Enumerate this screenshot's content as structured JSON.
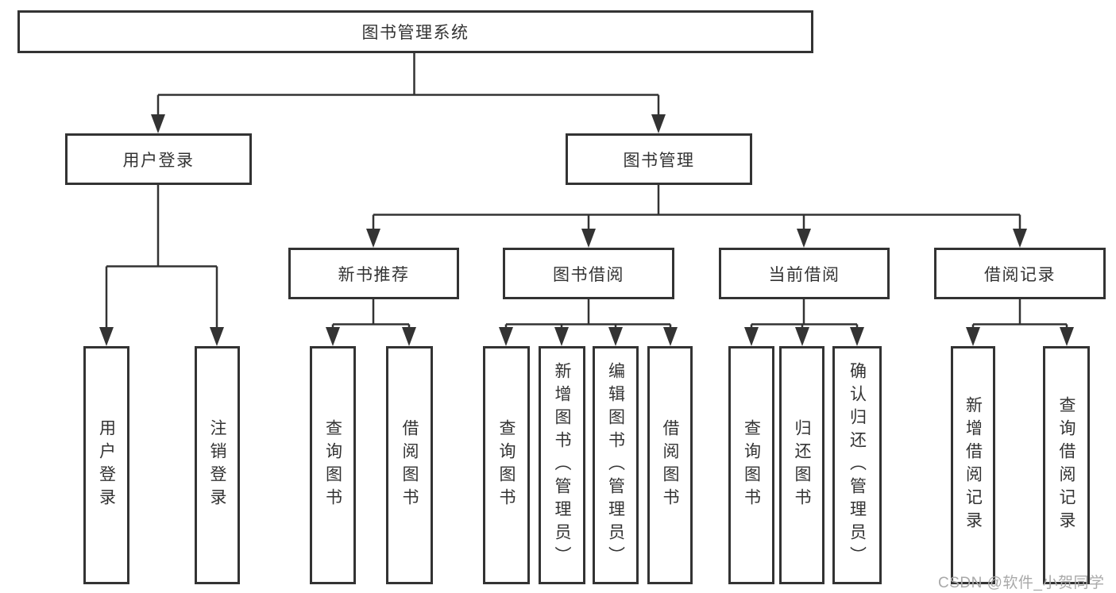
{
  "colors": {
    "background": "#ffffff",
    "line": "#333333",
    "box_border": "#333333",
    "text": "#333333",
    "watermark_text": "#a9a9a9"
  },
  "watermark": "CSDN @软件_小贺同学",
  "tree": {
    "root": "图书管理系统",
    "branches": [
      {
        "label": "用户登录",
        "leaves": [
          "用户登录",
          "注销登录"
        ]
      },
      {
        "label": "图书管理",
        "sections": [
          {
            "label": "新书推荐",
            "leaves": [
              "查询图书",
              "借阅图书"
            ]
          },
          {
            "label": "图书借阅",
            "leaves": [
              "查询图书",
              "新增图书（管理员）",
              "编辑图书（管理员）",
              "借阅图书"
            ]
          },
          {
            "label": "当前借阅",
            "leaves": [
              "查询图书",
              "归还图书",
              "确认归还（管理员）"
            ]
          },
          {
            "label": "借阅记录",
            "leaves": [
              "新增借阅记录",
              "查询借阅记录"
            ]
          }
        ]
      }
    ]
  }
}
